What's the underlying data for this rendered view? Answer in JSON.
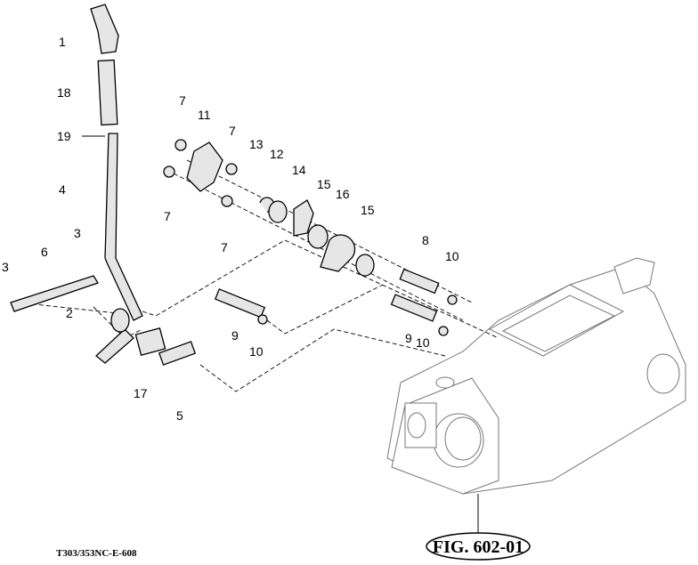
{
  "diagram": {
    "drawing_code": "T303/353NC-E-608",
    "figure_label": "FIG. 602-01",
    "part_callouts": [
      "1",
      "18",
      "19",
      "4",
      "3",
      "3",
      "6",
      "2",
      "17",
      "5",
      "7",
      "11",
      "7",
      "13",
      "12",
      "14",
      "15",
      "16",
      "15",
      "7",
      "7",
      "8",
      "10",
      "9",
      "10",
      "9",
      "10"
    ]
  }
}
